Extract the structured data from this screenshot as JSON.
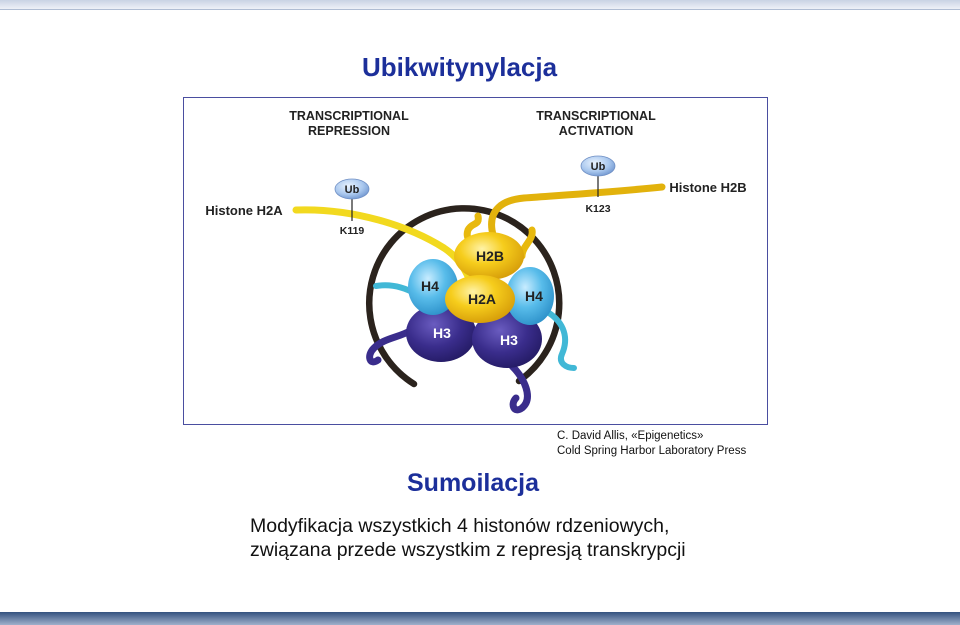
{
  "slide": {
    "title": "Ubikwitynylacja",
    "figure": {
      "header_left_1": "TRANSCRIPTIONAL",
      "header_left_2": "REPRESSION",
      "header_right_1": "TRANSCRIPTIONAL",
      "header_right_2": "ACTIVATION",
      "histone_left": "Histone H2A",
      "histone_right": "Histone H2B",
      "ub_left": "Ub",
      "ub_right": "Ub",
      "site_left": "K119",
      "site_right": "K123",
      "core": {
        "h2b": "H2B",
        "h2a": "H2A",
        "h4_left": "H4",
        "h4_right": "H4",
        "h3_left": "H3",
        "h3_right": "H3"
      }
    },
    "credit_line1": "C. David Allis, «Epigenetics»",
    "credit_line2": "Cold Spring Harbor Laboratory Press",
    "subtitle": "Sumoilacja",
    "description_line1": "Modyfikacja wszystkich 4 histonów rdzeniowych,",
    "description_line2": "związana przede wszystkim z represją transkrypcji"
  },
  "colors": {
    "title": "#1c2f9a",
    "h2a_h2b": "#f2c00f",
    "h4": "#4fb3e3",
    "h3": "#3a2d8c",
    "dna": "#2b231d"
  }
}
